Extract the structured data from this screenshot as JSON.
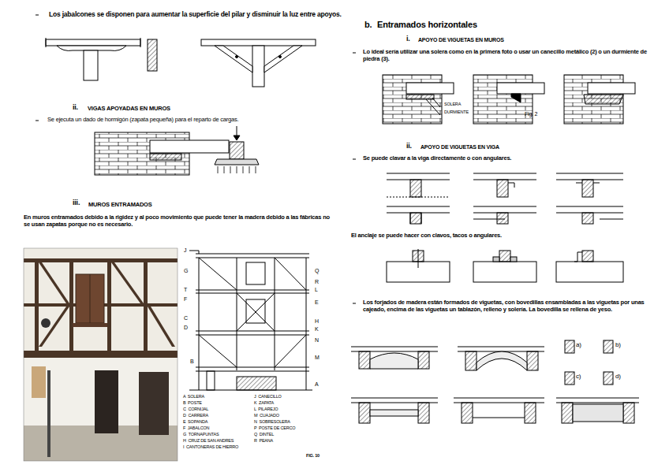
{
  "diagram": {
    "labels": [
      "Los jabalcones se disponen para aumentar la superficie del pilar y disminuir la luz entre apoyos.",
      "ii.",
      "VIGAS APOYADAS EN MUROS",
      "Se ejecuta un dado de hormigón (zapata pequeña) para el reparto de cargas.",
      "iii.",
      "MUROS ENTRAMADOS",
      "En muros entramados debido a la rigidez y al poco movimiento que puede tener la madera debido a las fábricas no se usan zapatas porque no es necesario.",
      "J",
      "G",
      "T",
      "F",
      "C",
      "D",
      "B",
      "Q",
      "R",
      "L",
      "E",
      "H",
      "K",
      "N",
      "M",
      "A",
      "A  SOLERA",
      "B  POSTE",
      "C  CORNIJAL",
      "D  CARRERA",
      "E  SOPANDA",
      "F  JABALCON",
      "G  TORNAPUNTAS",
      "H  CRUZ DE SAN ANDRES",
      "I  CANTONERAS DE HIERRO",
      "J  CANECILLO",
      "K  ZAPATA",
      "L  PILAREJO",
      "M  CUAJADO",
      "N  SOBRESOLERA",
      "P  POSTE DE CERCO",
      "Q  DINTEL",
      "R  PEANA",
      "FIG. 10",
      "b.",
      "Entramados horizontales",
      "i.",
      "APOYO DE VIGUETAS EN MUROS",
      "Lo ideal sería utilizar una solera como en la primera foto o usar un canecillo metálico (2) o un durmiente de piedra (3).",
      "SOLERA",
      "DURMIENTE",
      "Fig. 2",
      "ii.",
      "APOYO DE VIGUETAS EN VIGA",
      "Se puede clavar a la viga directamente o con angulares.",
      "El anclaje se puede hacer con clavos, tacos o angulares.",
      "Los forjados de madera están formados de viguetas, con bovedillas ensambladas a las viguetas por unas cajeado, encima de las viguetas un tablazón, relleno y solería. La bovedilla se rellena de yeso.",
      "a)",
      "b)",
      "c)",
      "d)"
    ]
  }
}
